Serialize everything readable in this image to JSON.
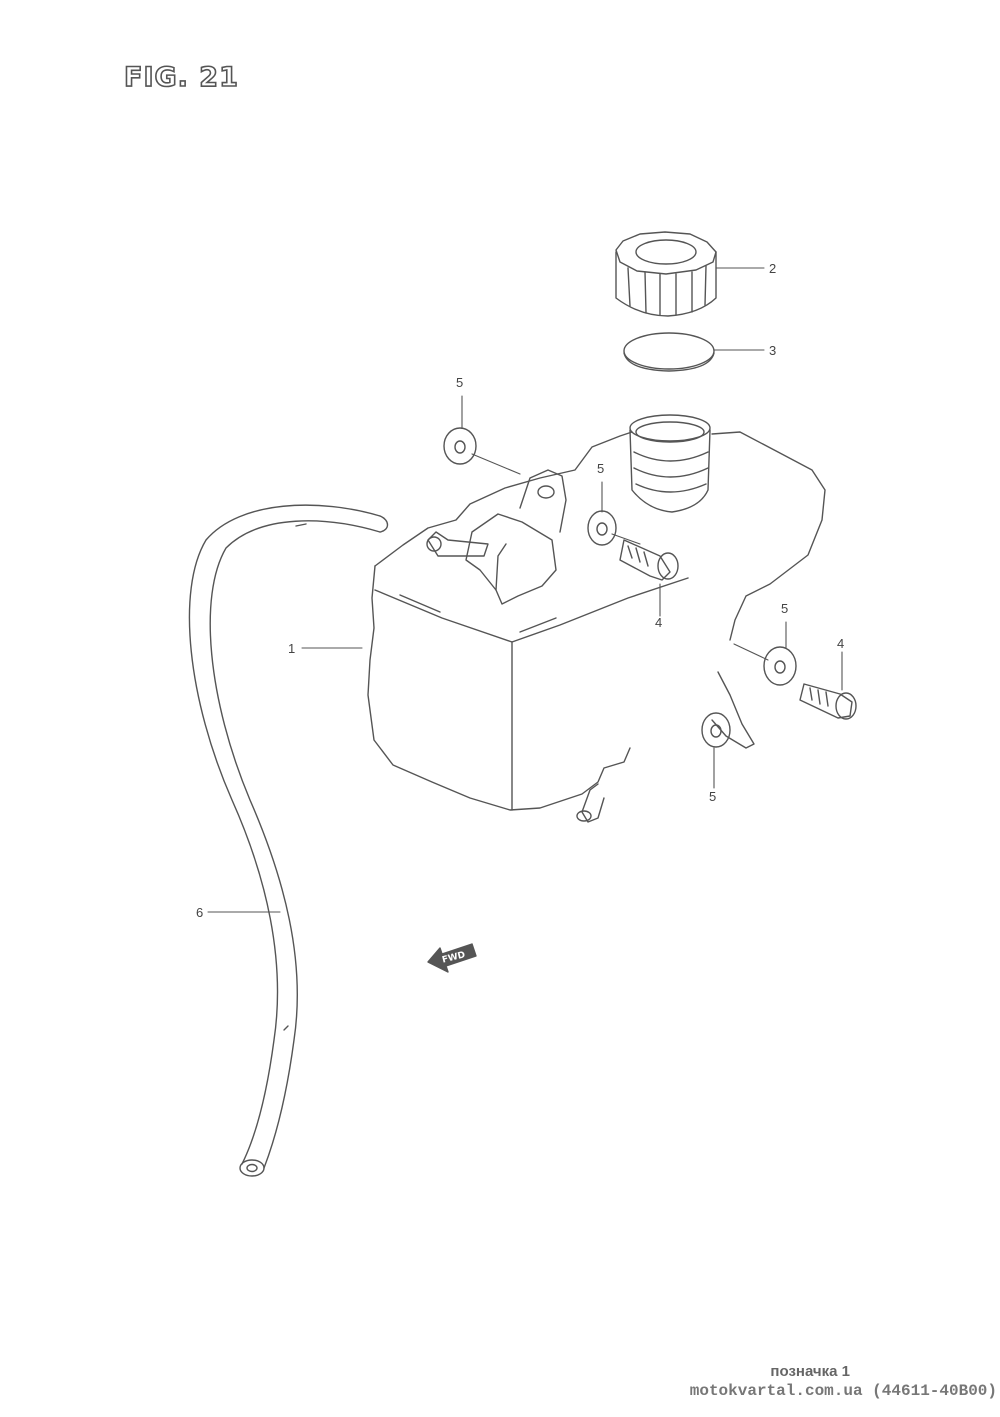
{
  "figure": {
    "title": "FIG. 21"
  },
  "callouts": [
    {
      "id": "1",
      "label": "1"
    },
    {
      "id": "2",
      "label": "2"
    },
    {
      "id": "3",
      "label": "3"
    },
    {
      "id": "4a",
      "label": "4"
    },
    {
      "id": "4b",
      "label": "4"
    },
    {
      "id": "5a",
      "label": "5"
    },
    {
      "id": "5b",
      "label": "5"
    },
    {
      "id": "5c",
      "label": "5"
    },
    {
      "id": "5d",
      "label": "5"
    },
    {
      "id": "6",
      "label": "6"
    }
  ],
  "direction_marker": {
    "label": "FWD"
  },
  "footer": {
    "label": "позначка 1",
    "site": "motokvartal.com.ua (44611-40B00)"
  },
  "icons": {
    "direction_marker": "forward-arrow-icon"
  }
}
